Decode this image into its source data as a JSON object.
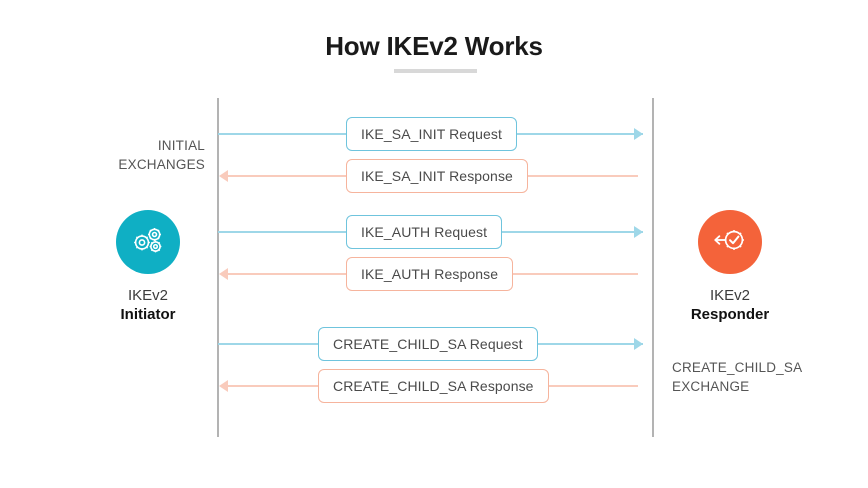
{
  "title": "How IKEv2 Works",
  "colors": {
    "initiator_accent": "#0fafc4",
    "responder_accent": "#f4633a",
    "request_border": "#6fc4dd",
    "response_border": "#f6b49d",
    "request_line": "#9ed7e8",
    "response_line": "#f9cbbc",
    "lifeline": "#b3b3b3",
    "title_rule": "#d8d8d8"
  },
  "actors": {
    "initiator": {
      "name": "IKEv2",
      "role": "Initiator",
      "icon": "gears-icon"
    },
    "responder": {
      "name": "IKEv2",
      "role": "Responder",
      "icon": "gear-check-arrow-icon"
    }
  },
  "annotations": {
    "initial_exchanges": "INITIAL\nEXCHANGES",
    "initial_exchanges_line1": "INITIAL",
    "initial_exchanges_line2": "EXCHANGES",
    "create_child_sa_line1": "CREATE_CHILD_SA",
    "create_child_sa_line2": "EXCHANGE"
  },
  "messages": [
    {
      "label": "IKE_SA_INIT Request",
      "direction": "request",
      "group": "initial"
    },
    {
      "label": "IKE_SA_INIT Response",
      "direction": "response",
      "group": "initial"
    },
    {
      "label": "IKE_AUTH Request",
      "direction": "request",
      "group": "initial"
    },
    {
      "label": "IKE_AUTH Response",
      "direction": "response",
      "group": "initial"
    },
    {
      "label": "CREATE_CHILD_SA Request",
      "direction": "request",
      "group": "create_child_sa"
    },
    {
      "label": "CREATE_CHILD_SA Response",
      "direction": "response",
      "group": "create_child_sa"
    }
  ]
}
